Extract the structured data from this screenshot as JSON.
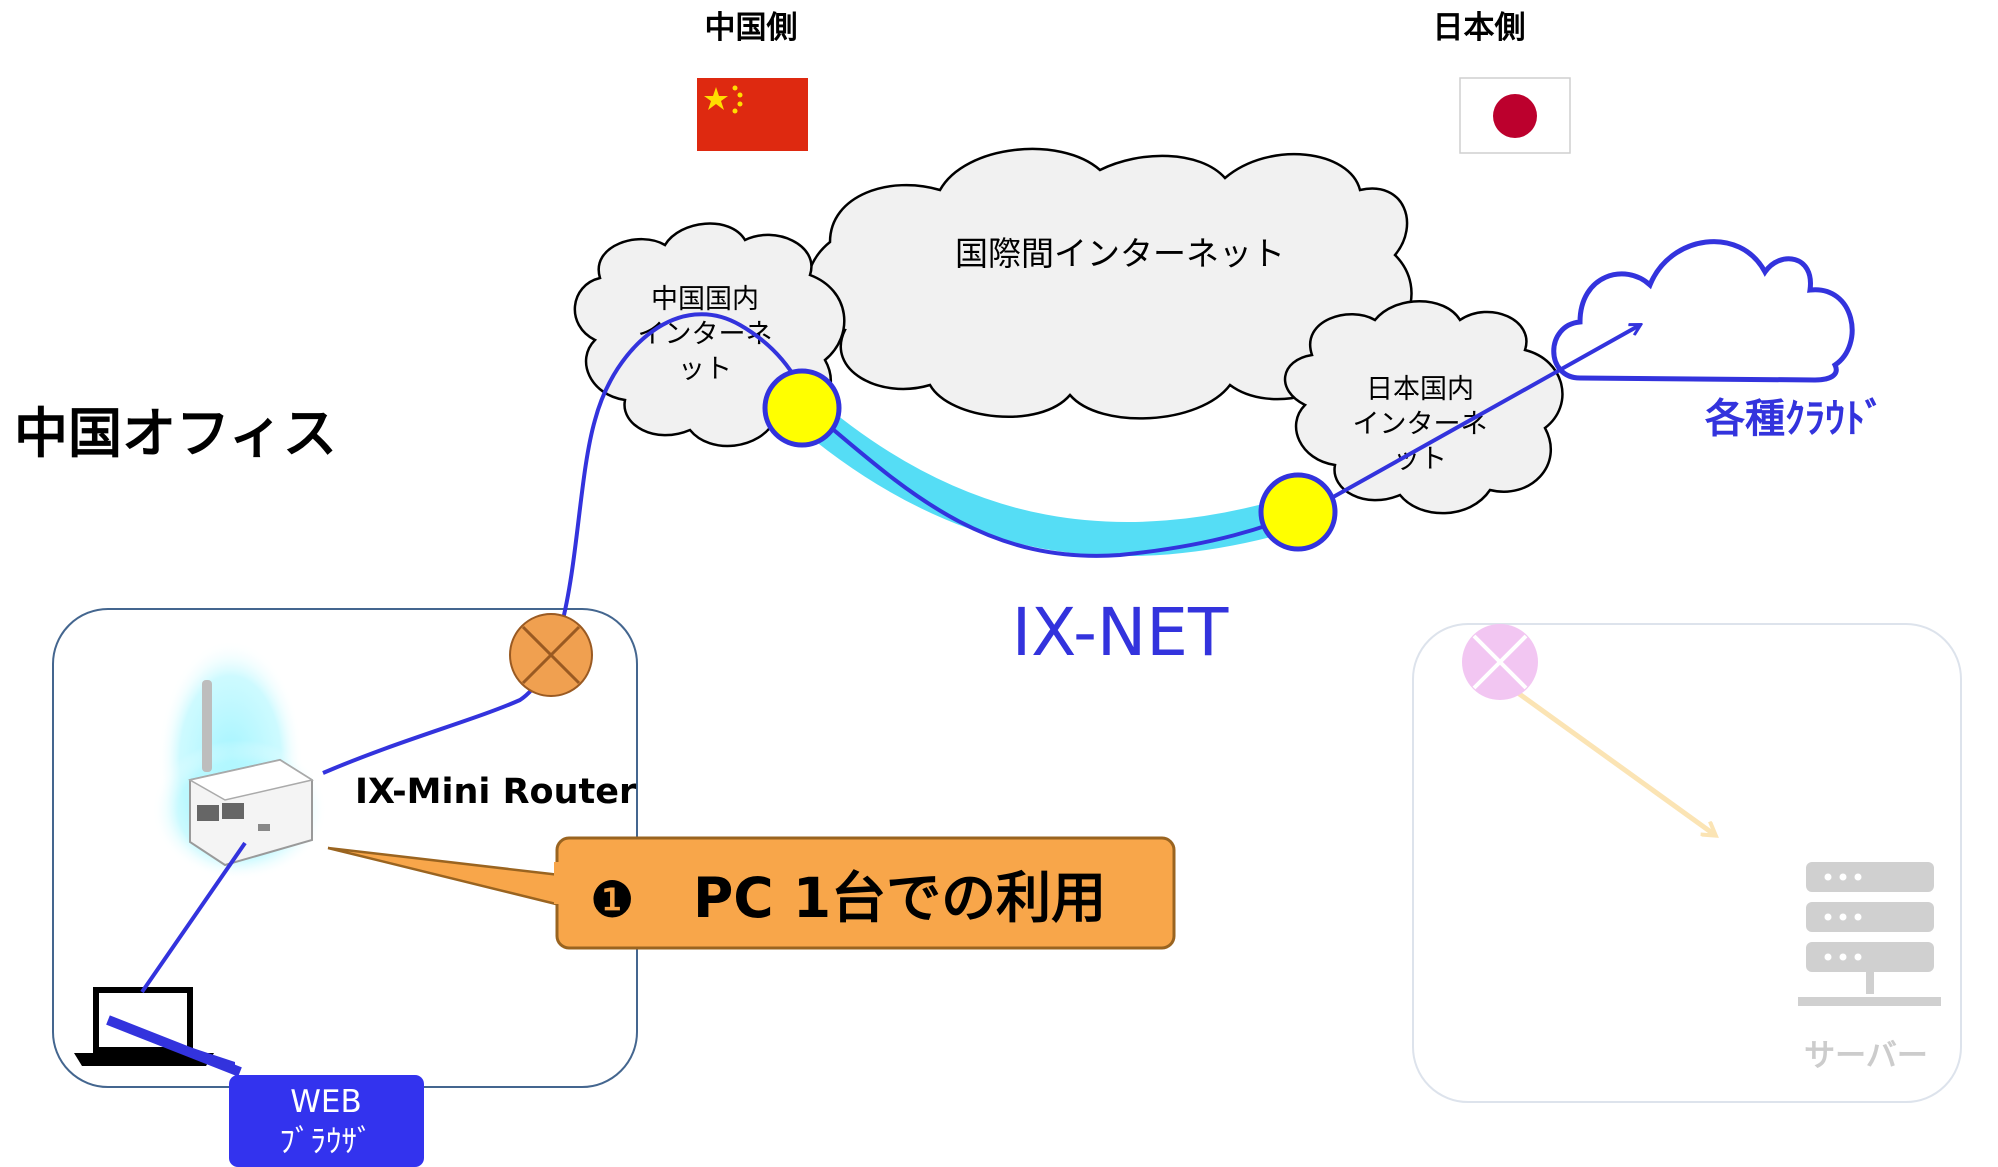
{
  "labels": {
    "china_side": "中国側",
    "japan_side": "日本側",
    "china_office": "中国オフィス",
    "intl_internet": "国際間インターネット",
    "cn_domestic": [
      "中国国内",
      "インターネ",
      "ット"
    ],
    "jp_domestic": [
      "日本国内",
      "インターネ",
      "ット"
    ],
    "cloud": "各種ｸﾗｳﾄﾞ",
    "ixnet": "IX-NET",
    "router": "IX-Mini  Router",
    "callout_num": "❶",
    "callout": "PC 1台での利用",
    "web": "WEB",
    "browser": "ﾌﾞﾗｳｻﾞ",
    "server": "サーバー"
  },
  "colors": {
    "route": "#3333dd",
    "tunnel": "#55ddf5",
    "endpoint": "#ffff00",
    "blocked": "#f0a050",
    "callout_fill": "#f8a64a",
    "china_flag": "#de2910",
    "japan_dot": "#bc002d",
    "faded": "#cccccc"
  },
  "icons": [
    "china-flag-icon",
    "japan-flag-icon",
    "router-icon",
    "laptop-icon",
    "server-icon",
    "cloud-icon",
    "blocked-icon"
  ]
}
